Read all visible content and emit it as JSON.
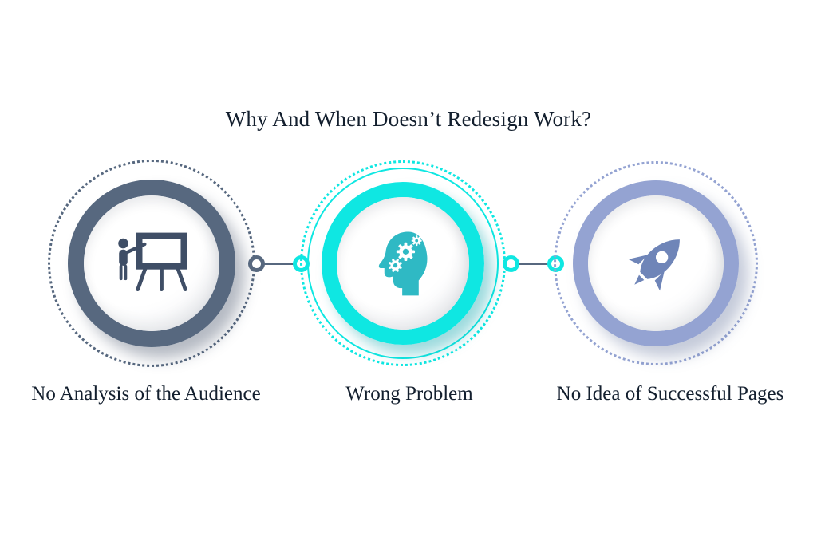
{
  "title": "Why And When Doesn’t Redesign Work?",
  "background_color": "#ffffff",
  "text_color": "#131f2e",
  "nodes": [
    {
      "label": "No Analysis of the Audience",
      "icon": "presentation-icon",
      "ring_color": "#57687f",
      "icon_color": "#3f4e66",
      "outline_style": "dotted"
    },
    {
      "label": "Wrong Problem",
      "icon": "head-gears-icon",
      "ring_color": "#0fe7e2",
      "icon_color": "#2fb9c4",
      "outline_style": "solid"
    },
    {
      "label": "No Idea of Successful Pages",
      "icon": "rocket-icon",
      "ring_color": "#94a3d2",
      "icon_color": "#6f85b8",
      "outline_style": "dotted"
    }
  ],
  "connectors": [
    {
      "line_color": "#57687f",
      "start_marker_color": "#57687f",
      "end_marker_color": "#0fe7e2"
    },
    {
      "line_color": "#57687f",
      "start_marker_color": "#0fe7e2",
      "end_marker_color": "#0fe7e2"
    }
  ]
}
